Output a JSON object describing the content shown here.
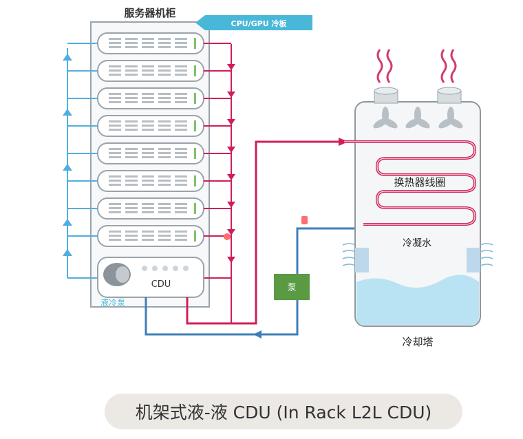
{
  "diagram": {
    "rack_title": "服务器机柜",
    "cold_plate_label": "CPU/GPU 冷板",
    "cdu_label": "CDU",
    "coolant_label": "液冷泵",
    "pump_label": "泵",
    "coil_label": "换热器线圈",
    "condensate_label": "冷凝水",
    "tower_label": "冷却塔",
    "colors": {
      "hot_pipe": "#d01f56",
      "cold_pipe": "#3f7fb8",
      "supply_line": "#52aee0",
      "pump_fill": "#5a9a43",
      "label_bg": "#49b8d8",
      "water": "#b9e3f2",
      "heat": "#d43a72"
    },
    "server_count": 8
  },
  "caption": "机架式液-液 CDU (In Rack L2L CDU)"
}
